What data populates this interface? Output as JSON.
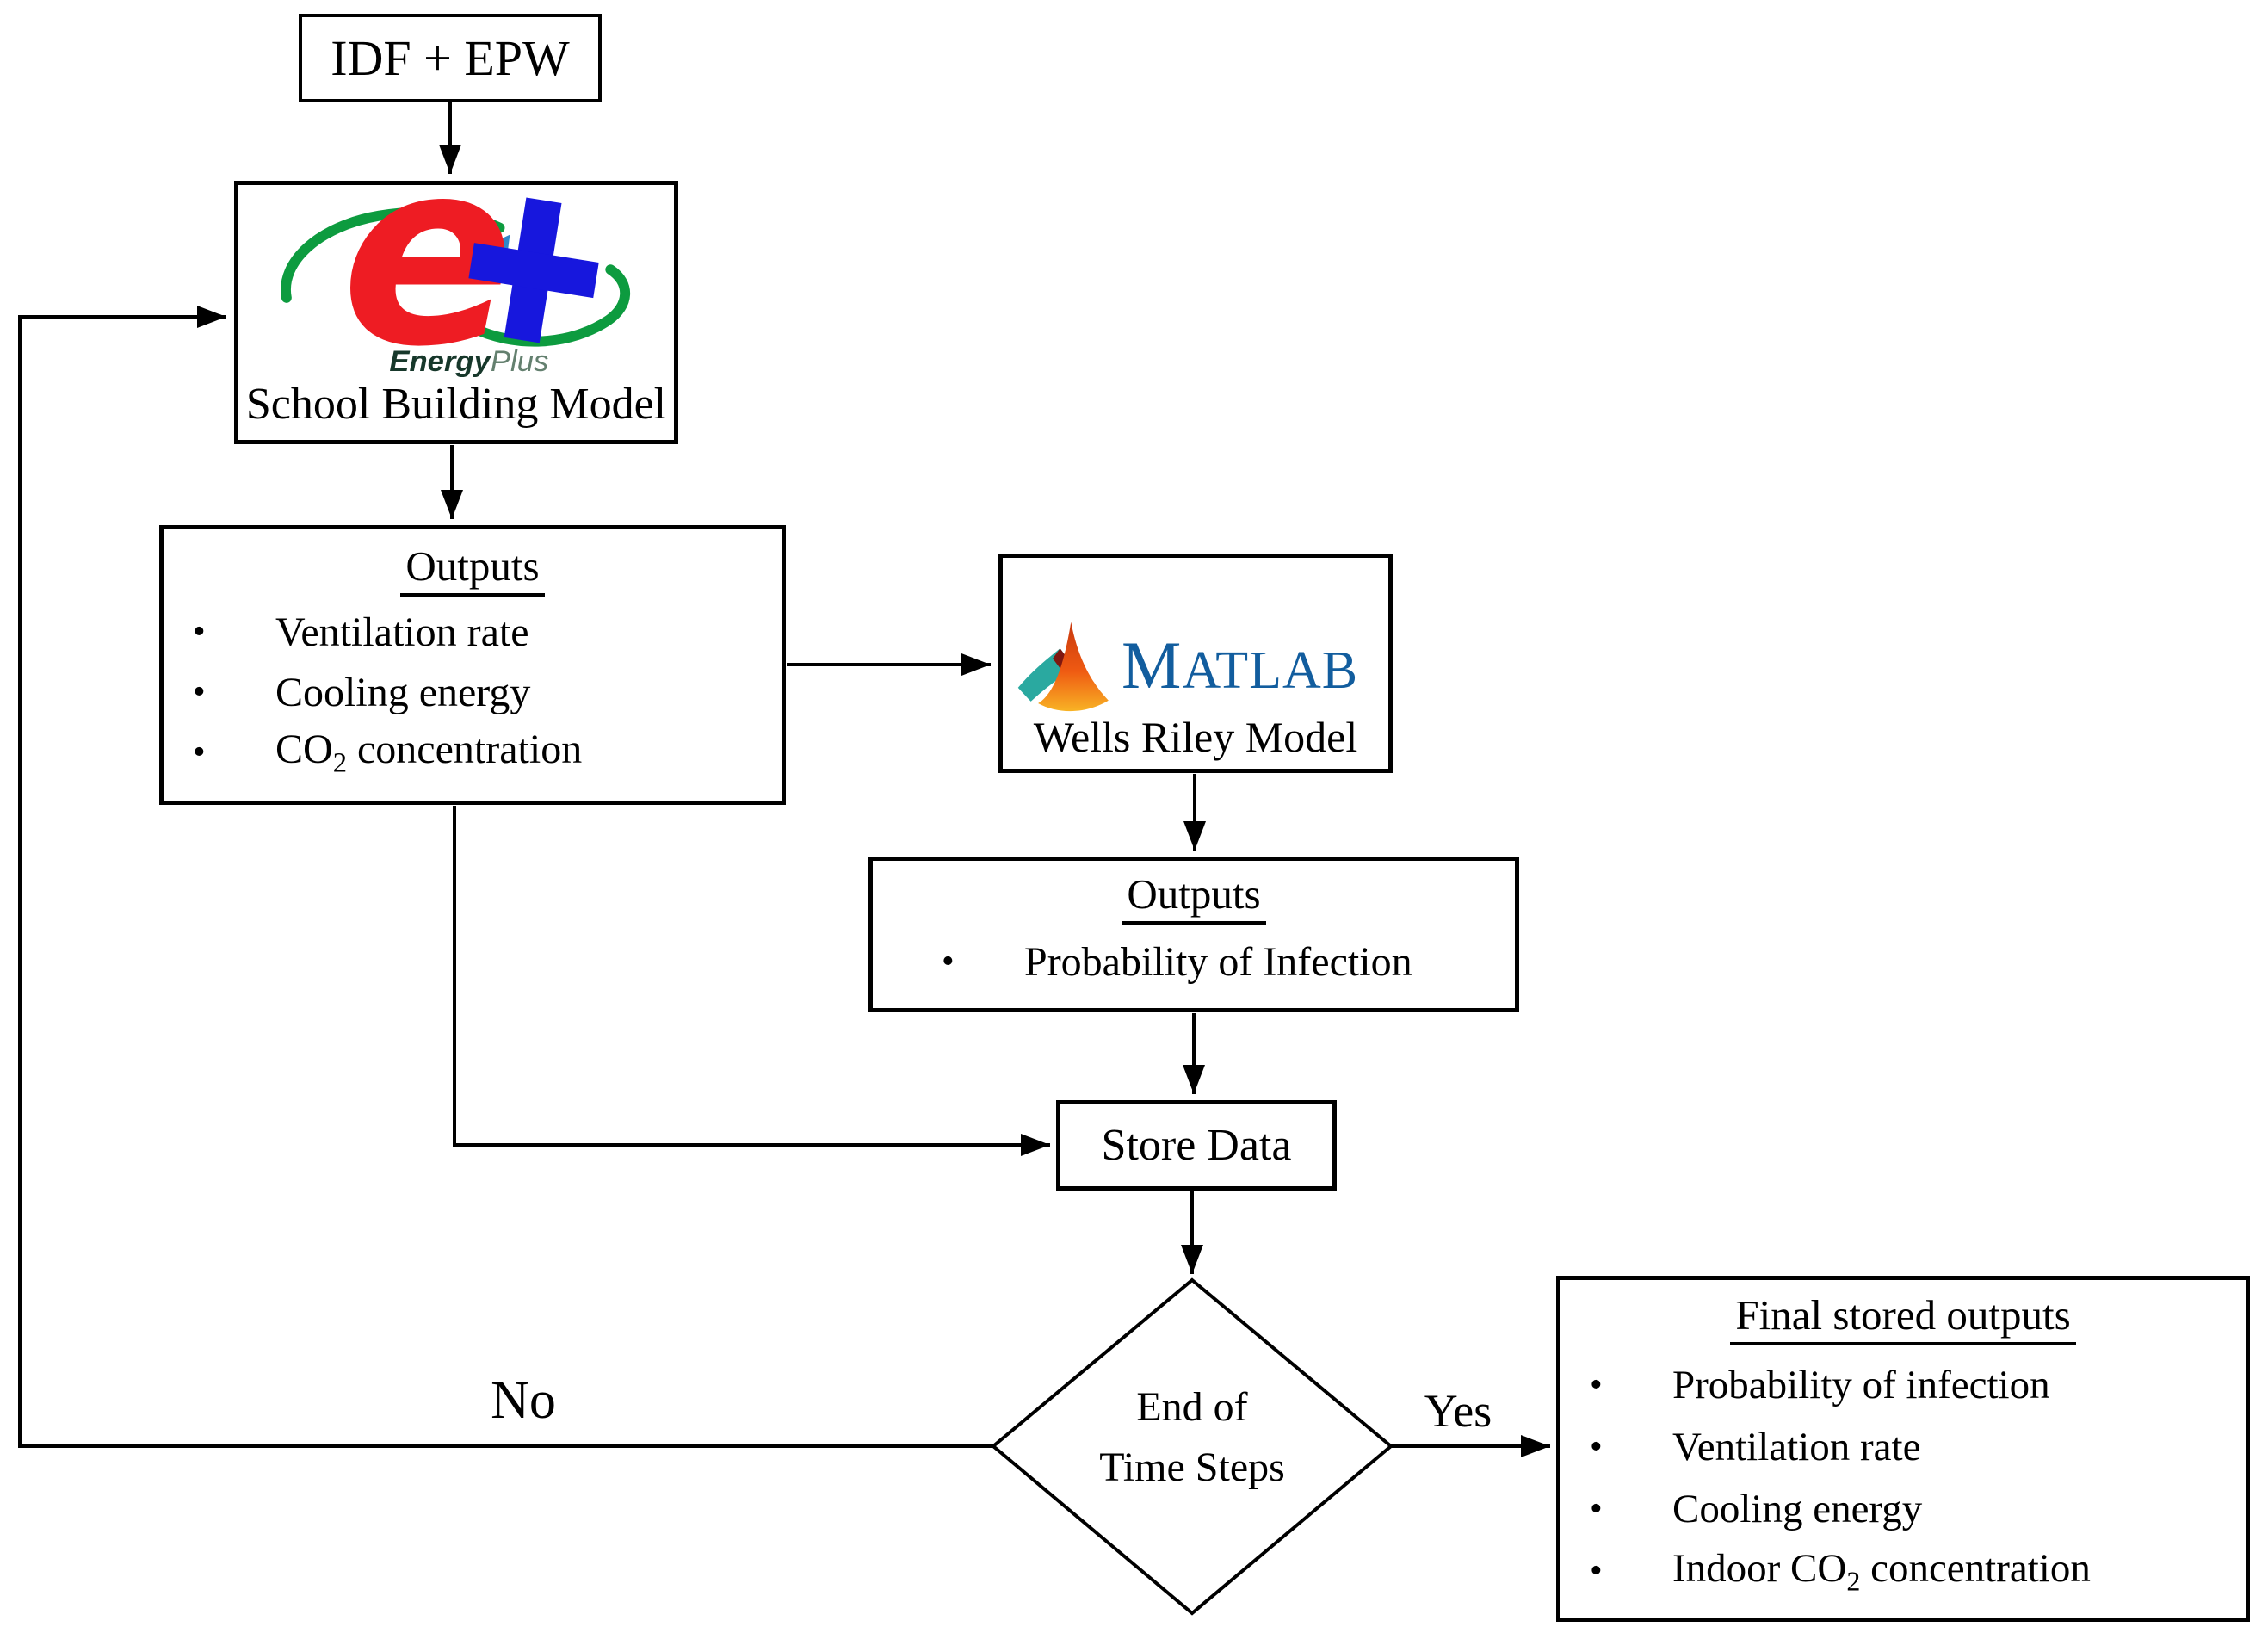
{
  "flowchart": {
    "nodes": {
      "idf_epw": {
        "label": "IDF + EPW"
      },
      "school_building_model": {
        "label": "School Building Model",
        "logo": {
          "name": "EnergyPlus",
          "letter": "e",
          "wordmark_bold": "Energy",
          "wordmark_light": "Plus"
        }
      },
      "energyplus_outputs": {
        "title": "Outputs",
        "bullets": [
          "Ventilation rate",
          "Cooling energy",
          "CO2 concentration"
        ]
      },
      "wells_riley_model": {
        "label": "Wells Riley Model",
        "logo": {
          "name": "MATLAB",
          "wordmark": "MATLAB"
        }
      },
      "matlab_outputs": {
        "title": "Outputs",
        "bullets": [
          "Probability of Infection"
        ]
      },
      "store_data": {
        "label": "Store Data"
      },
      "end_of_time_steps": {
        "line1": "End of",
        "line2": "Time Steps"
      },
      "final_stored_outputs": {
        "title": "Final stored outputs",
        "bullets": [
          "Probability of infection",
          "Ventilation rate",
          "Cooling energy",
          "Indoor CO2 concentration"
        ]
      }
    },
    "edge_labels": {
      "no": "No",
      "yes": "Yes"
    },
    "colors": {
      "line": "#000000",
      "energyplus_red": "#ee1c23",
      "energyplus_blue": "#1717dd",
      "energyplus_green": "#0d9b3f",
      "energyplus_cyan": "#2f88c9",
      "energyplus_wordmark_dark": "#17382b",
      "energyplus_wordmark_light": "#64806f",
      "matlab_blue": "#125d9e",
      "matlab_teal": "#2aa9a0",
      "matlab_orange_top": "#c8380e",
      "matlab_orange_bottom": "#f8b325",
      "matlab_maroon": "#7e1710"
    }
  }
}
